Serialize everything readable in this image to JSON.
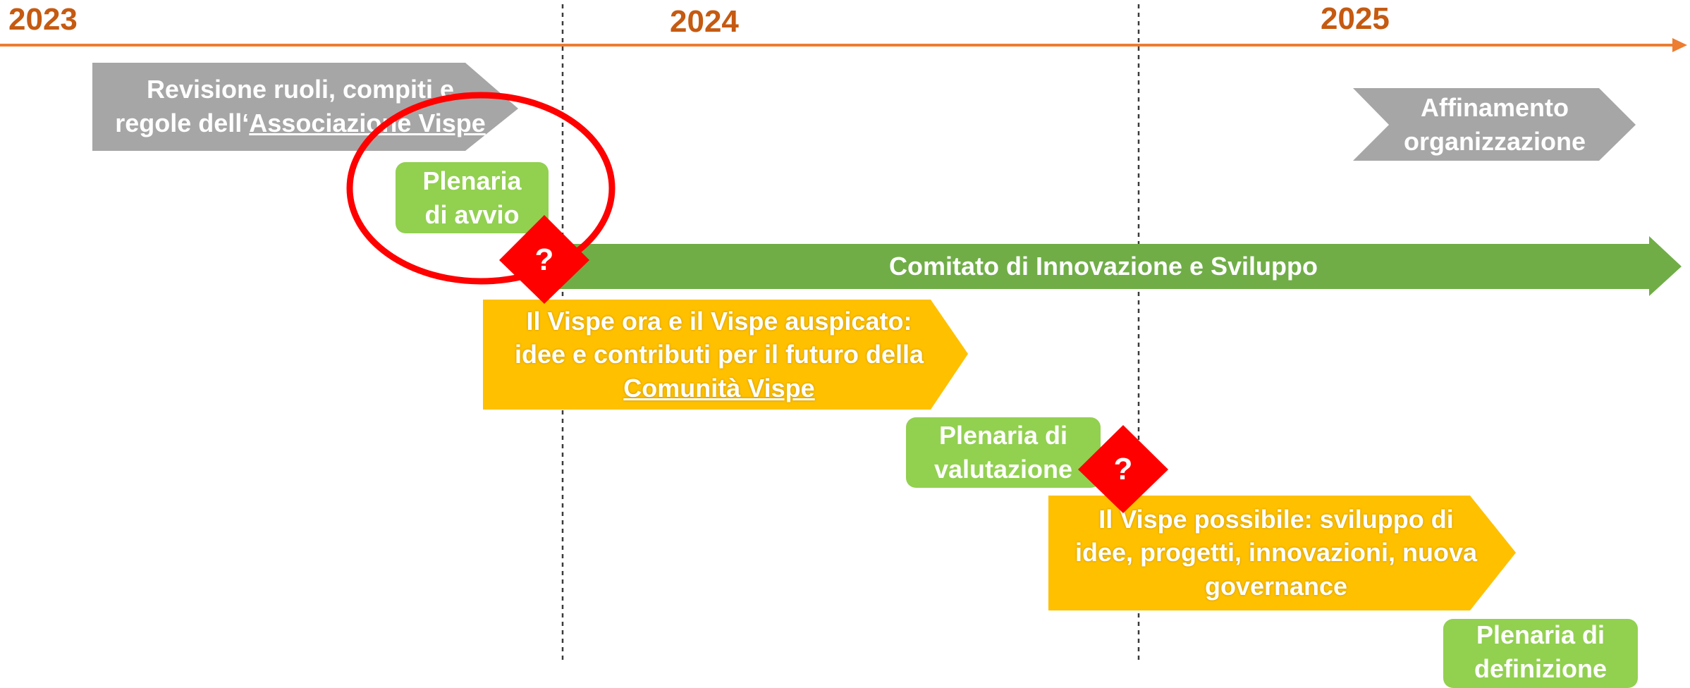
{
  "timeline": {
    "years": [
      "2023",
      "2024",
      "2025"
    ]
  },
  "phases": {
    "revisione": {
      "line1": "Revisione ruoli, compiti e",
      "line2_prefix": "regole dell‘",
      "line2_link": "Associazione Vispe",
      "color": "#a6a6a6"
    },
    "affinamento": {
      "line1": "Affinamento",
      "line2": "organizzazione",
      "color": "#a6a6a6"
    },
    "comitato": {
      "label": "Comitato di Innovazione e Sviluppo",
      "color": "#70ad47"
    },
    "vispe_ora": {
      "line1": "Il Vispe ora e il Vispe auspicato:",
      "line2": "idee e contributi per il futuro della",
      "line3_link": "Comunità Vispe",
      "color": "#ffc000"
    },
    "vispe_possibile": {
      "line1": "Il Vispe possibile: sviluppo di",
      "line2": "idee, progetti, innovazioni, nuova",
      "line3": "governance",
      "color": "#ffc000"
    }
  },
  "plenarie": {
    "avvio": {
      "line1": "Plenaria",
      "line2": "di avvio"
    },
    "valutazione": {
      "line1": "Plenaria di",
      "line2": "valutazione"
    },
    "definizione": {
      "line1": "Plenaria di",
      "line2": "definizione"
    },
    "color": "#92d050"
  },
  "markers": {
    "question_symbol": "?",
    "color": "#ff0000"
  },
  "highlight": {
    "color": "#ff0000"
  },
  "colors": {
    "timeline_axis": "#ed7d31",
    "year_text": "#c55a11"
  }
}
